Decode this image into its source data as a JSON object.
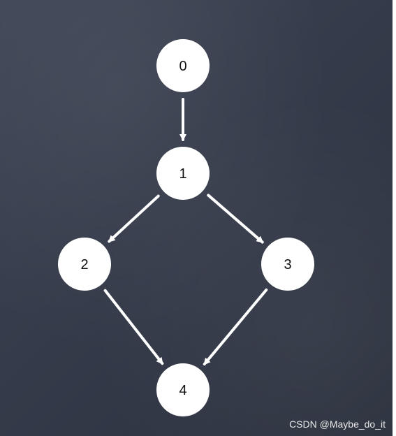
{
  "colors": {
    "board": "#363c4b",
    "node_fill": "#ffffff",
    "edge": "#ffffff",
    "label": "#111111"
  },
  "nodes": [
    {
      "id": "0",
      "label": "0"
    },
    {
      "id": "1",
      "label": "1"
    },
    {
      "id": "2",
      "label": "2"
    },
    {
      "id": "3",
      "label": "3"
    },
    {
      "id": "4",
      "label": "4"
    }
  ],
  "edges": [
    {
      "from": "0",
      "to": "1"
    },
    {
      "from": "1",
      "to": "2"
    },
    {
      "from": "1",
      "to": "3"
    },
    {
      "from": "2",
      "to": "4"
    },
    {
      "from": "3",
      "to": "4"
    }
  ],
  "watermark": "CSDN @Maybe_do_it"
}
